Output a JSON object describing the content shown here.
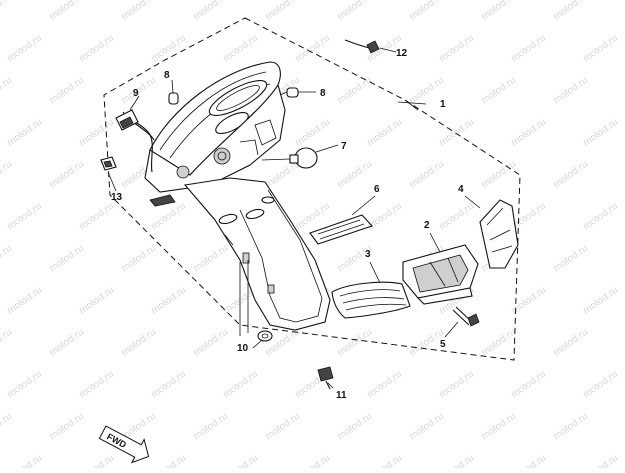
{
  "diagram": {
    "watermark_text": "motod.ru",
    "fwd_label": "FWD",
    "callouts": {
      "c1": "1",
      "c2": "2",
      "c3": "3",
      "c4": "4",
      "c5": "5",
      "c6": "6",
      "c7": "7",
      "c8a": "8",
      "c8b": "8",
      "c9": "9",
      "c10": "10",
      "c11": "11",
      "c12": "12",
      "c13": "13"
    }
  }
}
